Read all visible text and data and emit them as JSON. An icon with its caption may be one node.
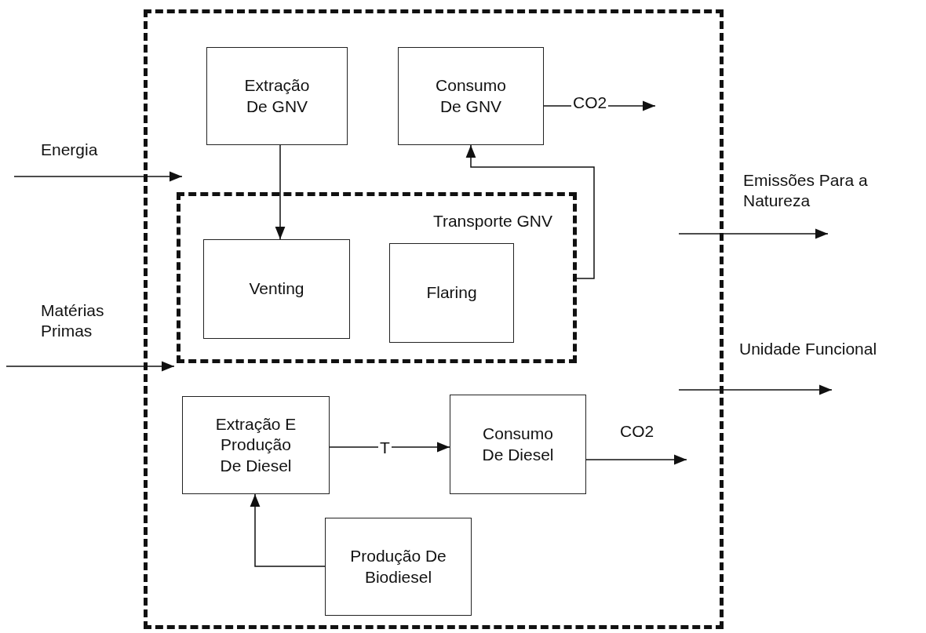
{
  "diagram": {
    "nodes": [
      {
        "text": [],
        "shape": "box"
      },
      {
        "text": [
          "Extração De GNV"
        ],
        "in": 0
      },
      {
        "text": [
          "Consumo De GNV"
        ],
        "in": 0
      },
      {
        "text": [
          "Transporte GNV"
        ],
        "in": 0
      },
      {
        "text": [
          "Venting"
        ],
        "in": 3
      },
      {
        "text": [
          "Flaring"
        ],
        "in": 3
      },
      {
        "text": [
          "Extração E Produção De Diesel"
        ],
        "in": 0
      },
      {
        "text": [
          "Consumo De Diesel"
        ],
        "in": 0
      },
      {
        "text": [
          "Produção De Biodiesel"
        ],
        "in": 0
      }
    ],
    "edges": [
      {
        "from": null,
        "to": 0,
        "arrow": "to",
        "label": "Energia"
      },
      {
        "from": null,
        "to": 3,
        "arrow": "to",
        "label": "Matérias Primas"
      },
      {
        "from": 1,
        "to": 4,
        "arrow": "to"
      },
      {
        "from": 3,
        "to": 2,
        "arrow": "to"
      },
      {
        "from": 2,
        "to": null,
        "arrow": "to",
        "label": "CO2"
      },
      {
        "from": 6,
        "to": 7,
        "arrow": "to",
        "label": "T"
      },
      {
        "from": 7,
        "to": null,
        "arrow": "to",
        "label": "CO2"
      },
      {
        "from": 8,
        "to": 6,
        "arrow": "to"
      },
      {
        "from": 0,
        "to": null,
        "arrow": "to",
        "label": "Emissões Para a Natureza"
      },
      {
        "from": 0,
        "to": null,
        "arrow": "to",
        "label": "Unidade Funcional"
      }
    ]
  }
}
